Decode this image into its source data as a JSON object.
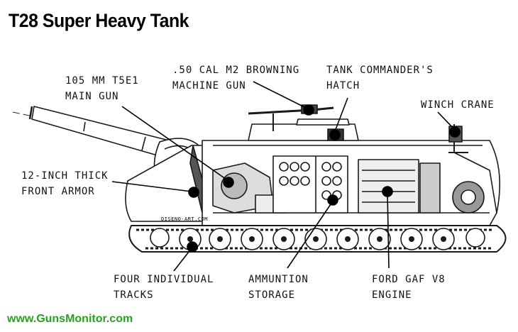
{
  "title": "T28 Super Heavy Tank",
  "labels": {
    "main_gun": "105 MM T5E1\nMAIN GUN",
    "machine_gun": ".50 CAL M2 BROWNING\nMACHINE GUN",
    "hatch": "TANK COMMANDER'S\nHATCH",
    "winch": "WINCH CRANE",
    "armor": "12-INCH THICK\nFRONT ARMOR",
    "tracks": "FOUR INDIVIDUAL\nTRACKS",
    "ammo": "AMMUNTION\nSTORAGE",
    "engine": "FORD GAF V8\nENGINE"
  },
  "credit": "DISENO-ART.COM",
  "watermark": "www.GunsMonitor.com",
  "colors": {
    "watermark": "#2aa11e",
    "leader": "#000000",
    "drawing": "#1a1a1a"
  }
}
